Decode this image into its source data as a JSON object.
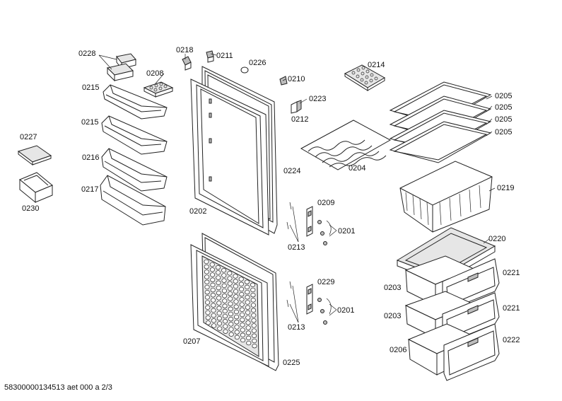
{
  "footer": "58300000134513 aet 000 a 2/3",
  "parts": {
    "p0228": "0228",
    "p0208": "0208",
    "p0218": "0218",
    "p0211": "0211",
    "p0226": "0226",
    "p0210": "0210",
    "p0214": "0214",
    "p0223": "0223",
    "p0212": "0212",
    "p0215a": "0215",
    "p0215b": "0215",
    "p0216": "0216",
    "p0217": "0217",
    "p0227": "0227",
    "p0230": "0230",
    "p0224": "0224",
    "p0204": "0204",
    "p0205a": "0205",
    "p0205b": "0205",
    "p0205c": "0205",
    "p0205d": "0205",
    "p0219": "0219",
    "p0202": "0202",
    "p0209": "0209",
    "p0201a": "0201",
    "p0213a": "0213",
    "p0220": "0220",
    "p0221a": "0221",
    "p0203a": "0203",
    "p0229": "0229",
    "p0201b": "0201",
    "p0213b": "0213",
    "p0221b": "0221",
    "p0203b": "0203",
    "p0222": "0222",
    "p0206": "0206",
    "p0207": "0207",
    "p0225": "0225"
  }
}
